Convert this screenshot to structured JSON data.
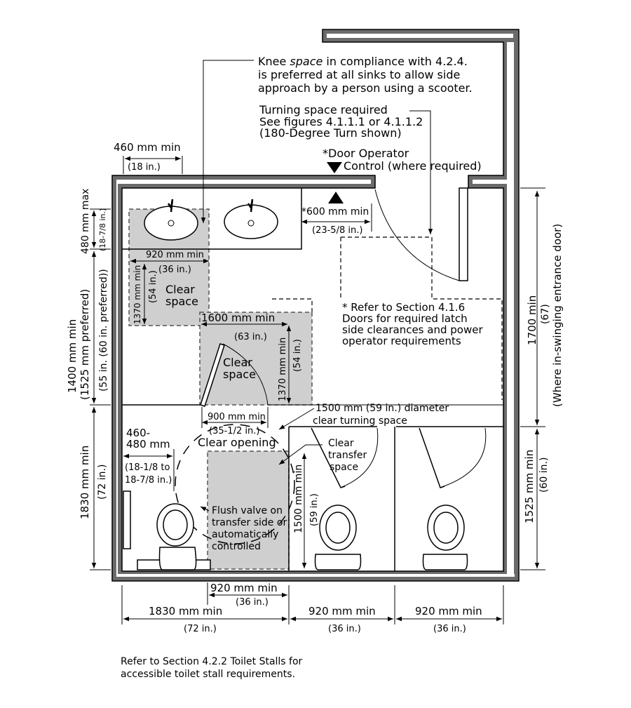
{
  "notes": {
    "knee_1": "Knee ",
    "knee_2": "space",
    "knee_3": " in compliance with 4.2.4.",
    "knee_4": "is preferred at all sinks to allow side",
    "knee_5": "approach by a person using a scooter.",
    "turn_1": "Turning space required",
    "turn_2": "See figures 4.1.1.1 or 4.1.1.2",
    "turn_3": "(180-Degree Turn shown)",
    "door_1": "*Door Operator",
    "door_2": "Control (where required)",
    "ref_1": "* Refer to Section 4.1.6",
    "ref_2": "Doors for required latch",
    "ref_3": "side clearances and power",
    "ref_4": "operator requirements",
    "footer_1": "Refer to Section 4.2.2 Toilet Stalls for",
    "footer_2": "accessible toilet stall requirements."
  },
  "dims": {
    "d460": "460 mm min",
    "d460_in": "(18 in.)",
    "d600": "*600 mm min",
    "d600_in": "(23-5/8 in.)",
    "d920a": "920 mm min",
    "d920a_in": "(36 in.)",
    "d1370a": "1370 mm min",
    "d1370a_in": "(54 in.)",
    "d1600": "1600 mm min",
    "d1600_in": "(63 in.)",
    "d1370b": "1370 mm min",
    "d1370b_in": "(54 in.)",
    "d480": "480 mm max",
    "d480_in": "(18-7/8 in.)",
    "d1400": "1400 mm min",
    "d1400_b": "(1525 mm preferred)",
    "d1400_in": "(55 in. (60 in. preferred))",
    "d1700": "1700 min",
    "d1700_in": "(67)",
    "d1700_note": "(Where in-swinging entrance door)",
    "d1830v": "1830 mm min",
    "d1830v_in": "(72 in.)",
    "d1525": "1525 mm min",
    "d1525_in": "(60 in.)",
    "d900": "900 mm min",
    "d900_in": "(35-1/2 in.)",
    "clear_opening": "Clear opening",
    "d460b_1": "460-",
    "d460b_2": "480 mm",
    "d460b_3": "(18-1/8 to",
    "d460b_4": "18-7/8 in.)",
    "d1500_1": "1500 mm (59 in.) diameter",
    "d1500_2": "clear turning space",
    "d1500v": "1500 mm min",
    "d1500v_in": "(59 in.)",
    "transfer_1": "Clear",
    "transfer_2": "transfer",
    "transfer_3": "space",
    "flush_1": "Flush valve on",
    "flush_2": "transfer side or",
    "flush_3": "automatically",
    "flush_4": "controlled",
    "d920b": "920 mm min",
    "d920b_in": "(36 in.)",
    "d1830h": "1830 mm min",
    "d1830h_in": "(72 in.)",
    "d920c": "920 mm min",
    "d920c_in": "(36 in.)",
    "d920d": "920 mm min",
    "d920d_in": "(36 in.)"
  },
  "labels": {
    "clear_space_a_1": "Clear",
    "clear_space_a_2": "space",
    "clear_space_b_1": "Clear",
    "clear_space_b_2": "space"
  }
}
